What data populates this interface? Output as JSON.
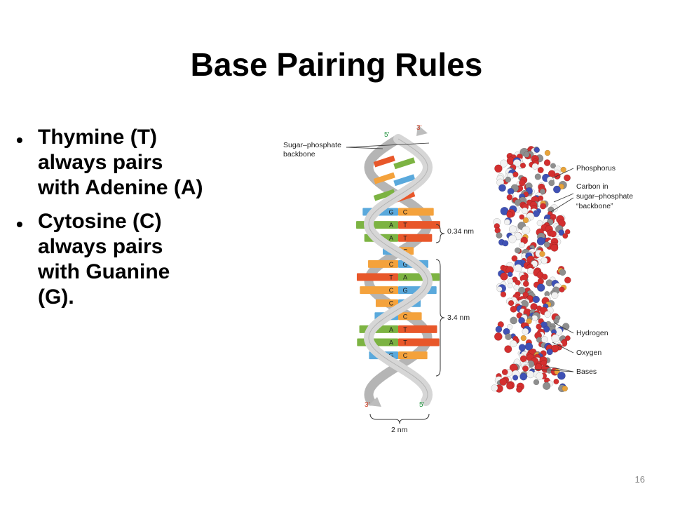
{
  "slide": {
    "title": "Base Pairing Rules",
    "slide_number": "16"
  },
  "bullets": [
    {
      "lines": [
        "Thymine (T)",
        "always pairs",
        "with Adenine (A)"
      ]
    },
    {
      "lines": [
        "Cytosine (C)",
        "always pairs",
        "with Guanine",
        "(G)."
      ]
    }
  ],
  "figure": {
    "labels": {
      "backbone": [
        "Sugar–phosphate",
        "backbone"
      ],
      "five_prime_top": "5′",
      "three_prime_top": "3′",
      "three_prime_bottom": "3′",
      "five_prime_bottom": "5′",
      "rise": "0.34 nm",
      "pitch": "3.4 nm",
      "width": "2 nm",
      "phosphorus": "Phosphorus",
      "carbon": [
        "Carbon in",
        "sugar–phosphate",
        "“backbone”"
      ],
      "hydrogen": "Hydrogen",
      "oxygen": "Oxygen",
      "bases": "Bases"
    },
    "base_pairs": [
      [
        "G",
        "C"
      ],
      [
        "A",
        "T"
      ],
      [
        "A",
        "T"
      ],
      [
        "G",
        "C"
      ],
      [
        "C",
        "G"
      ],
      [
        "T",
        "A"
      ],
      [
        "C",
        "G"
      ],
      [
        "C",
        "G"
      ],
      [
        "G",
        "C"
      ],
      [
        "A",
        "T"
      ],
      [
        "A",
        "T"
      ],
      [
        "G",
        "C"
      ]
    ],
    "colors": {
      "A": "#7cb342",
      "T": "#e8572a",
      "G": "#5aa9dc",
      "C": "#f4a23c",
      "backbone": "#c9c9c9",
      "phosphorus": "#e8a33a",
      "oxygen": "#d32f2f",
      "hydrogen": "#f2f2f2",
      "nitrogen": "#3f51b5",
      "carbon": "#8e8e8e"
    }
  }
}
